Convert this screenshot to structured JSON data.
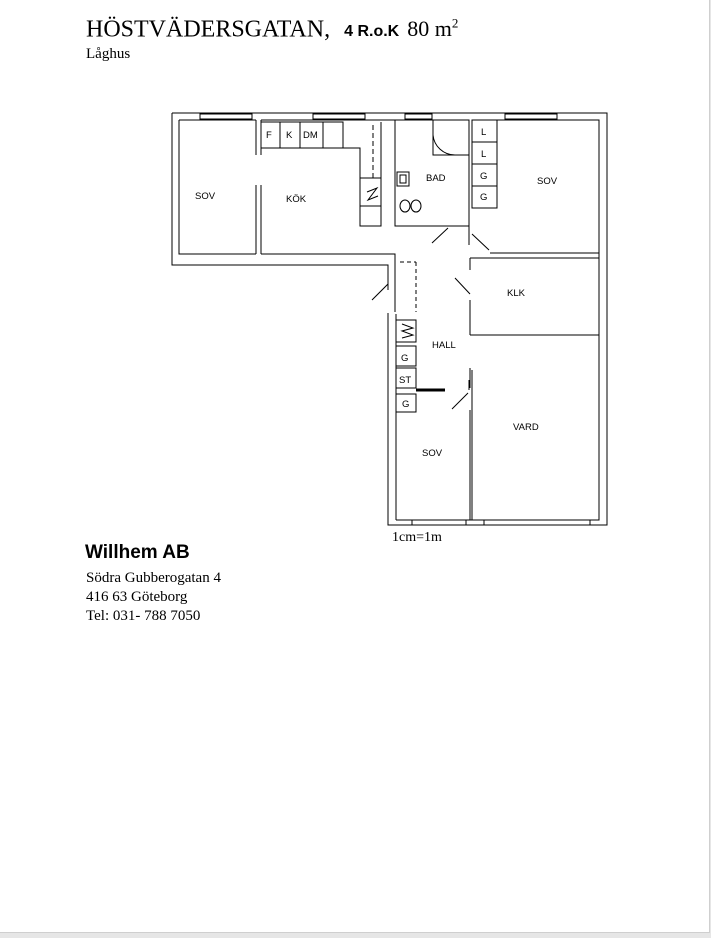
{
  "header": {
    "street": "HÖSTVÄDERSGATAN,",
    "rooms": "4 R.o.K",
    "area_value": "80 m",
    "area_exp": "2",
    "house_type": "Låghus"
  },
  "floorplan": {
    "rooms": {
      "sov_left": "SOV",
      "kok": "KÖK",
      "bad": "BAD",
      "sov_right": "SOV",
      "klk": "KLK",
      "hall": "HALL",
      "vard": "VARD",
      "sov_bottom": "SOV"
    },
    "fixtures": {
      "f": "F",
      "k": "K",
      "dm": "DM",
      "l1": "L",
      "l2": "L",
      "g1": "G",
      "g2": "G",
      "hall_g1": "G",
      "hall_st": "ST",
      "hall_g2": "G"
    },
    "scale": "1cm=1m"
  },
  "company": {
    "name": "Willhem AB",
    "street": "Södra Gubberogatan 4",
    "city": "416 63 Göteborg",
    "phone": "Tel: 031- 788 7050"
  }
}
